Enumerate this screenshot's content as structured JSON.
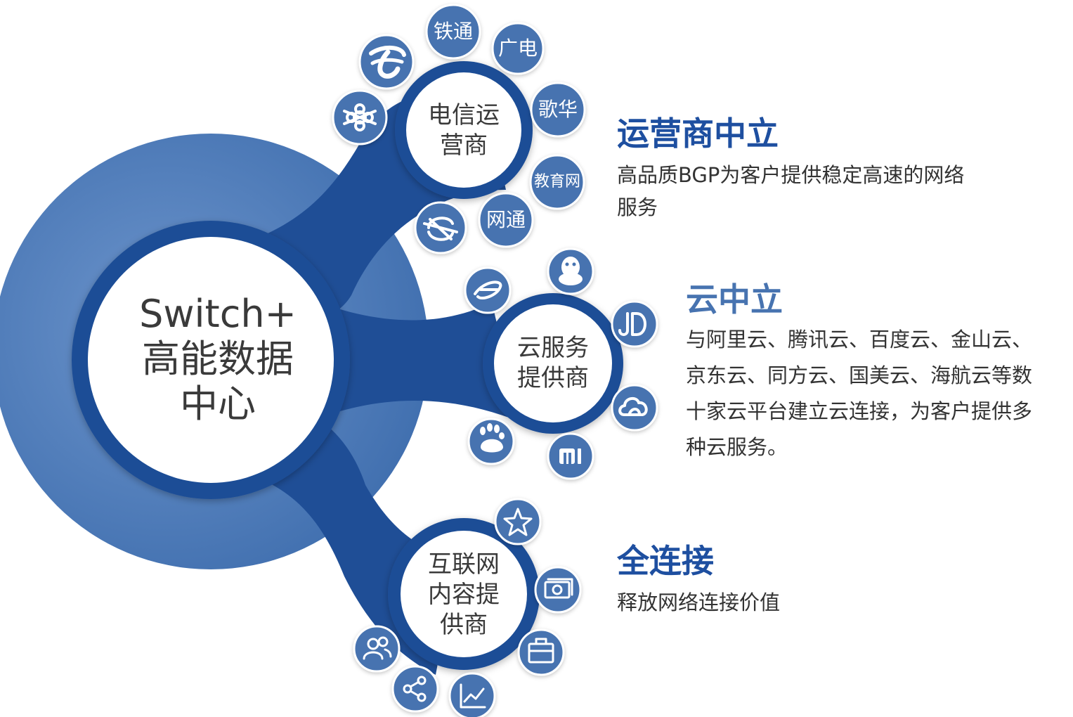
{
  "center": {
    "line1": "Switch+",
    "line2": "高能数据",
    "line3": "中心"
  },
  "hubs": {
    "telecom": {
      "line1": "电信运",
      "line2": "营商"
    },
    "cloud": {
      "line1": "云服务",
      "line2": "提供商"
    },
    "internet": {
      "line1": "互联网",
      "line2": "内容提",
      "line3": "供商"
    }
  },
  "telecom_bubbles": {
    "tietong": "铁通",
    "guangdian": "广电",
    "gehua": "歌华",
    "jiaoyuwang": "教育网",
    "wangtong": "网通"
  },
  "sections": {
    "carrier": {
      "title": "运营商中立",
      "desc_line1": "高品质BGP为客户提供稳定高速的网络",
      "desc_line2": "服务"
    },
    "cloud": {
      "title": "云中立",
      "desc_line1": "与阿里云、腾讯云、百度云、金山云、",
      "desc_line2": "京东云、同方云、国美云、海航云等数",
      "desc_line3": "十家云平台建立云连接，为客户提供多",
      "desc_line4": "种云服务。"
    },
    "connect": {
      "title": "全连接",
      "desc_line1": "释放网络连接价值"
    }
  },
  "icons": {
    "china-telecom": "china-telecom-logo-icon",
    "china-unicom": "china-unicom-logo-icon",
    "china-mobile": "china-mobile-logo-icon",
    "alibaba": "alibaba-logo-icon",
    "qq": "qq-penguin-icon",
    "jd": "jd-logo-icon",
    "cloud": "cloud-icon",
    "mi": "mi-logo-icon",
    "baidu": "baidu-paw-icon",
    "star": "star-icon",
    "money": "money-icon",
    "briefcase": "briefcase-icon",
    "users": "users-icon",
    "share": "share-icon",
    "chart": "chart-icon"
  },
  "colors": {
    "primary": "#1f4e96",
    "bubble": "#4773b0",
    "large_circle": "#4a7ab9",
    "title": "#1e4fa0",
    "text": "#333333"
  }
}
